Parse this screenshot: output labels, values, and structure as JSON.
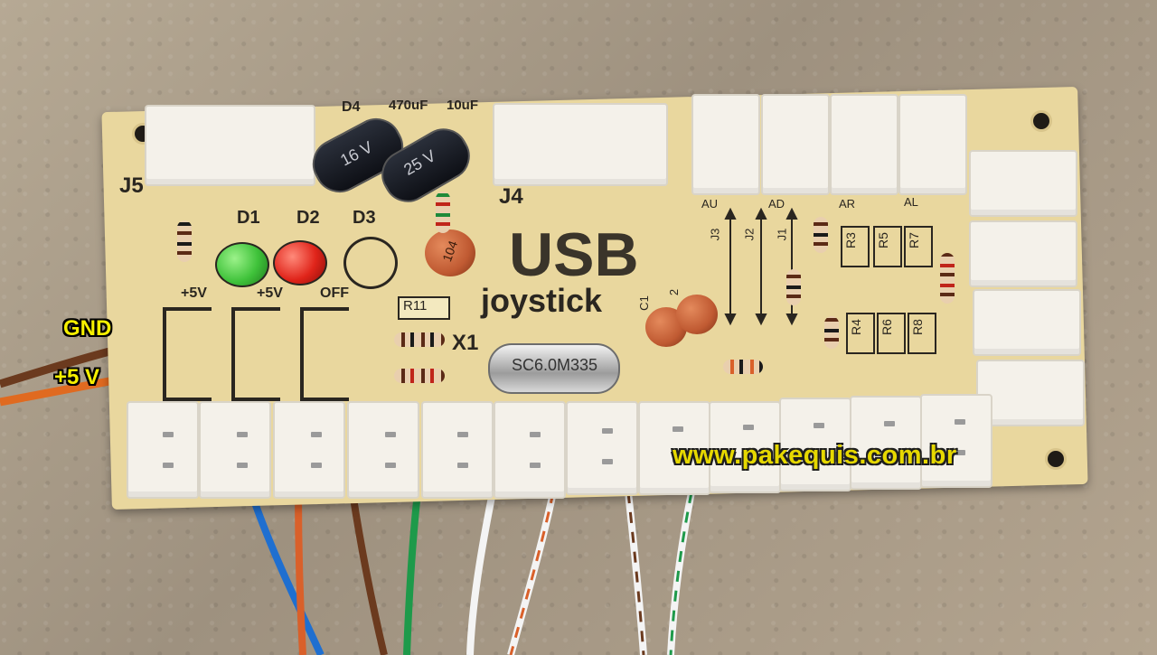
{
  "board": {
    "title": "USB",
    "subtitle": "joystick",
    "connectors": {
      "j5": "J5",
      "j4": "J4",
      "j3": "J3",
      "j2": "J2",
      "j1": "J1"
    },
    "diodes": {
      "d1": "D1",
      "d2": "D2",
      "d3": "D3",
      "d4": "D4"
    },
    "power": {
      "left": "+5V",
      "middle": "+5V",
      "right": "OFF"
    },
    "resistors": {
      "r11": "R11",
      "r3": "R3",
      "r5": "R5",
      "r7": "R7",
      "r4": "R4",
      "r6": "R6",
      "r8": "R8"
    },
    "crystal": "X1",
    "crystal_marking": "SC6.0M335",
    "capacitor_labels": {
      "cap1": "470uF",
      "cap2": "10uF",
      "cap1_rating": "16 V",
      "cap2_rating": "25 V"
    },
    "ceramic": "104",
    "c1": "C1",
    "c2": "2",
    "direction_labels": {
      "au": "AU",
      "ad": "AD",
      "ar": "AR",
      "al": "AL"
    }
  },
  "wires": {
    "gnd": "GND",
    "plus5": "+5 V"
  },
  "watermark": "www.pakequis.com.br",
  "colors": {
    "board": "#e9d79e",
    "silkscreen": "#2a2620",
    "label_yellow": "#f6f000",
    "green_led": "#3fc23a",
    "red_led": "#e0241a"
  }
}
